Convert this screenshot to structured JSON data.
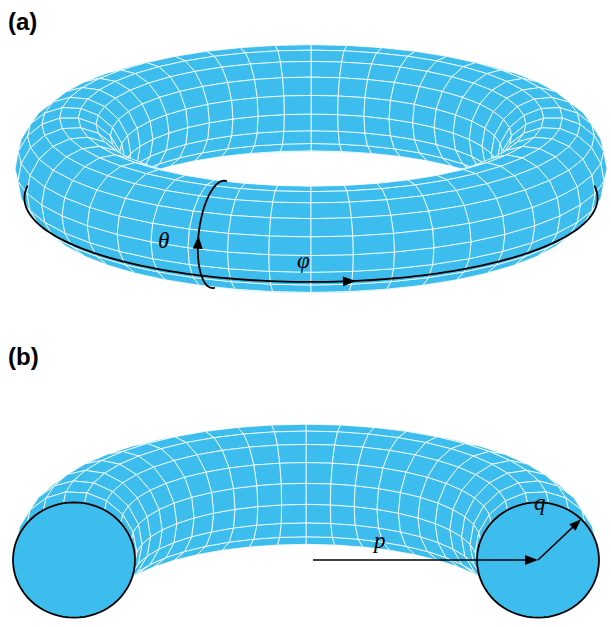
{
  "diagram": {
    "labels": [
      "(a)",
      "θ",
      "φ",
      "(b)",
      "q",
      "p"
    ]
  }
}
